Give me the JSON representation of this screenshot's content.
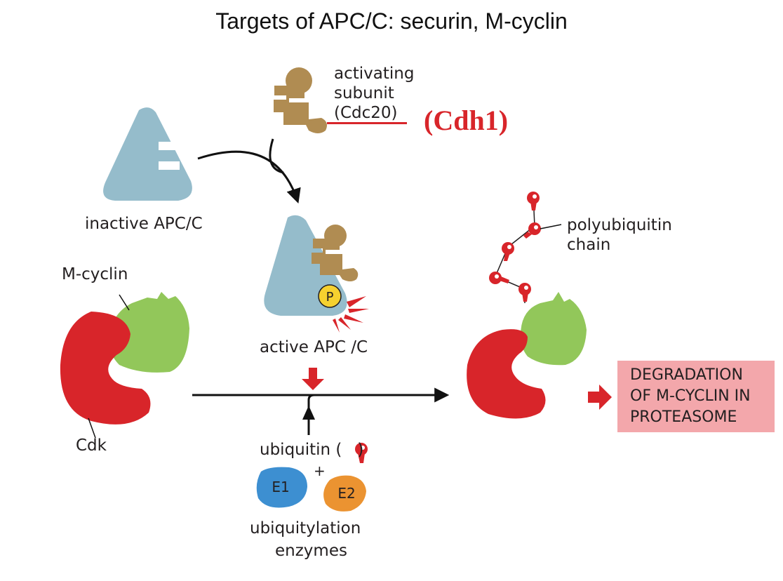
{
  "title": "Targets of APC/C: securin, M-cyclin",
  "labels": {
    "activating_line1": "activating",
    "activating_line2": "subunit",
    "cdc20": "(Cdc20)",
    "cdh1": "(Cdh1)",
    "inactive_apc": "inactive APC/C",
    "active_apc": "active APC /C",
    "m_cyclin": "M-cyclin",
    "cdk": "Cdk",
    "polyubiquitin_line1": "polyubiquitin",
    "polyubiquitin_line2": "chain",
    "ubiquitin_prefix": "ubiquitin (",
    "ubiquitin_suffix": ")",
    "plus": "+",
    "e1": "E1",
    "e2": "E2",
    "ubiquitylation_line1": "ubiquitylation",
    "ubiquitylation_line2": "enzymes",
    "phospho": "P"
  },
  "degradation": {
    "line1": "DEGRADATION",
    "line2": "OF M-CYCLIN IN",
    "line3": "PROTEASOME"
  },
  "colors": {
    "apc_blue": "#95bccb",
    "subunit_tan": "#b08c52",
    "cdk_red": "#d8252a",
    "cyclin_green": "#92c75a",
    "phospho_yellow": "#f6d12f",
    "e1_blue": "#3d8fd1",
    "e2_orange": "#eb9331",
    "degradation_pink": "#f3a7ab",
    "cdh1_red": "#d8252a"
  }
}
